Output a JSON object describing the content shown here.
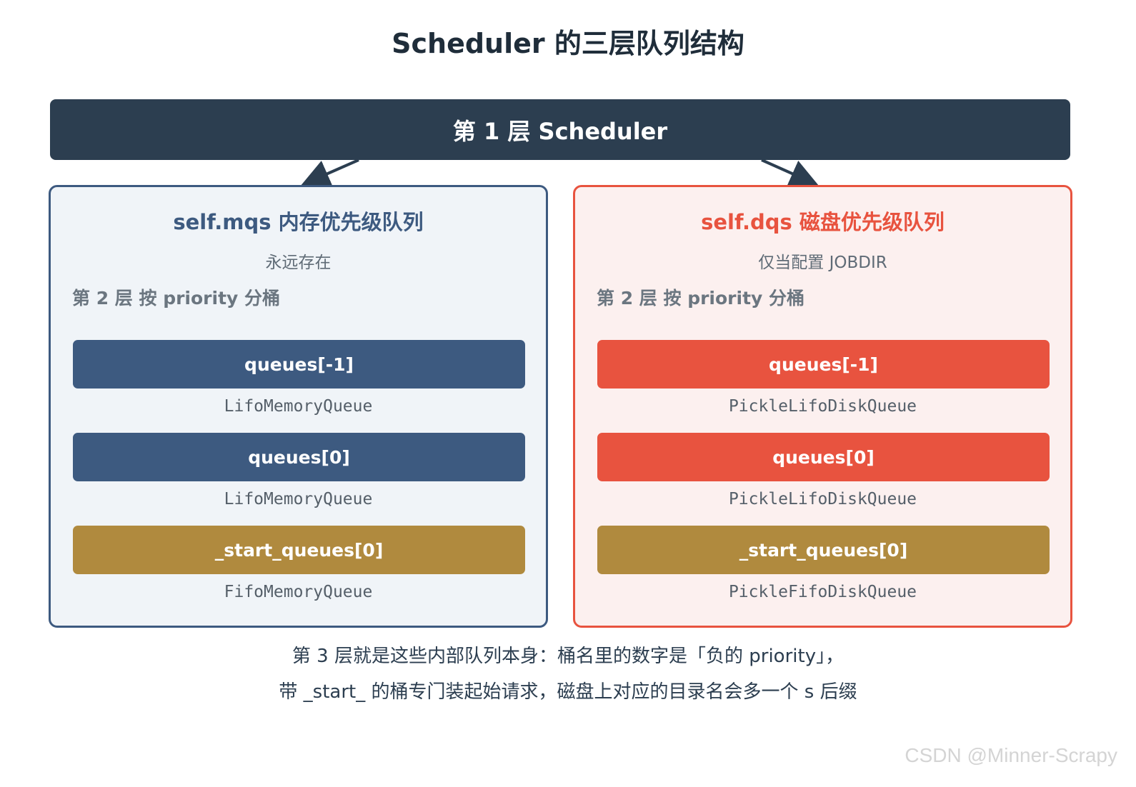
{
  "title": "Scheduler 的三层队列结构",
  "layer1": {
    "label": "第 1 层  Scheduler"
  },
  "panels": [
    {
      "title": "self.mqs  内存优先级队列",
      "subtitle": "永远存在",
      "layer_label": "第 2 层  按 priority 分桶",
      "buckets": [
        {
          "label": "queues[-1]",
          "type": "LifoMemoryQueue"
        },
        {
          "label": "queues[0]",
          "type": "LifoMemoryQueue"
        },
        {
          "label": "_start_queues[0]",
          "type": "FifoMemoryQueue"
        }
      ]
    },
    {
      "title": "self.dqs  磁盘优先级队列",
      "subtitle": "仅当配置 JOBDIR",
      "layer_label": "第 2 层  按 priority 分桶",
      "buckets": [
        {
          "label": "queues[-1]",
          "type": "PickleLifoDiskQueue"
        },
        {
          "label": "queues[0]",
          "type": "PickleLifoDiskQueue"
        },
        {
          "label": "_start_queues[0]",
          "type": "PickleFifoDiskQueue"
        }
      ]
    }
  ],
  "footnote": {
    "line1": "第 3 层就是这些内部队列本身：桶名里的数字是「负的 priority」，",
    "line2": "带 _start_ 的桶专门装起始请求，磁盘上对应的目录名会多一个 s 后缀"
  },
  "watermark": "CSDN @Minner-Scrapy",
  "colors": {
    "layer1": "#2c3e50",
    "memory": "#3d5a80",
    "disk": "#e8533f",
    "start": "#b08a3e"
  }
}
